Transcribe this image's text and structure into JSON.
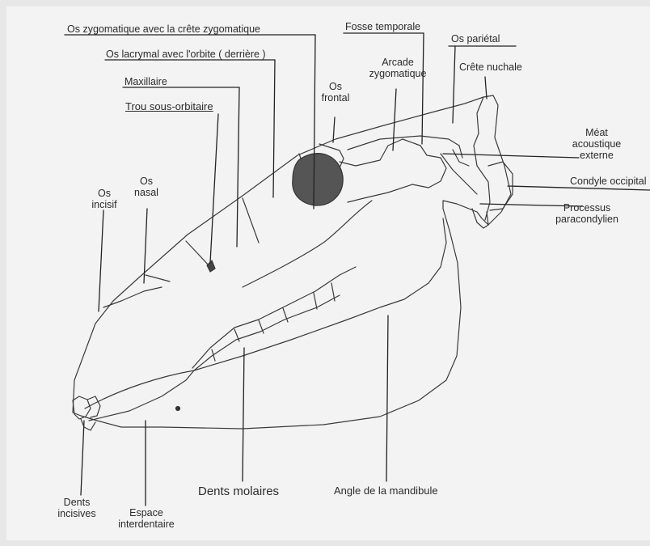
{
  "labels": {
    "os_zygomatique": "Os zygomatique avec la crête zygomatique",
    "os_lacrymal": "Os lacrymal avec l'orbite ( derrière )",
    "maxillaire": "Maxillaire",
    "trou_sous_orbitaire": "Trou sous-orbitaire",
    "os_nasal": "Os\nnasal",
    "os_incisif": "Os\nincisif",
    "os_frontal": "Os\nfrontal",
    "arcade_zygomatique": "Arcade\nzygomatique",
    "fosse_temporale": "Fosse temporale",
    "os_parietal": "Os pariétal",
    "crete_nuchale": "Crête nuchale",
    "meat_acoustique": "Méat\nacoustique\nexterne",
    "condyle_occipital": "Condyle occipital",
    "processus_paracondylien": "Processus\nparacondylien",
    "dents_incisives": "Dents\nincisives",
    "espace_interdentaire": "Espace\ninterdentaire",
    "dents_molaires": "Dents molaires",
    "angle_mandibule": "Angle de la mandibule"
  }
}
